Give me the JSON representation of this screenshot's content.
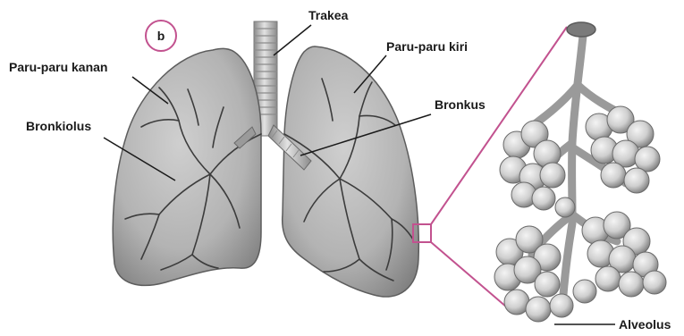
{
  "figure": {
    "panel_letter": "b",
    "labels": {
      "trakea": "Trakea",
      "paru_kanan": "Paru-paru kanan",
      "paru_kiri": "Paru-paru kiri",
      "bronkus": "Bronkus",
      "bronkiolus": "Bronkiolus",
      "alveolus": "Alveolus"
    },
    "colors": {
      "accent": "#c2528f",
      "lung_fill": "#b9b9b9",
      "lung_dark": "#6f6f6f",
      "vessel": "#3c3c3c",
      "alveoli": "#d9d9d9"
    }
  }
}
